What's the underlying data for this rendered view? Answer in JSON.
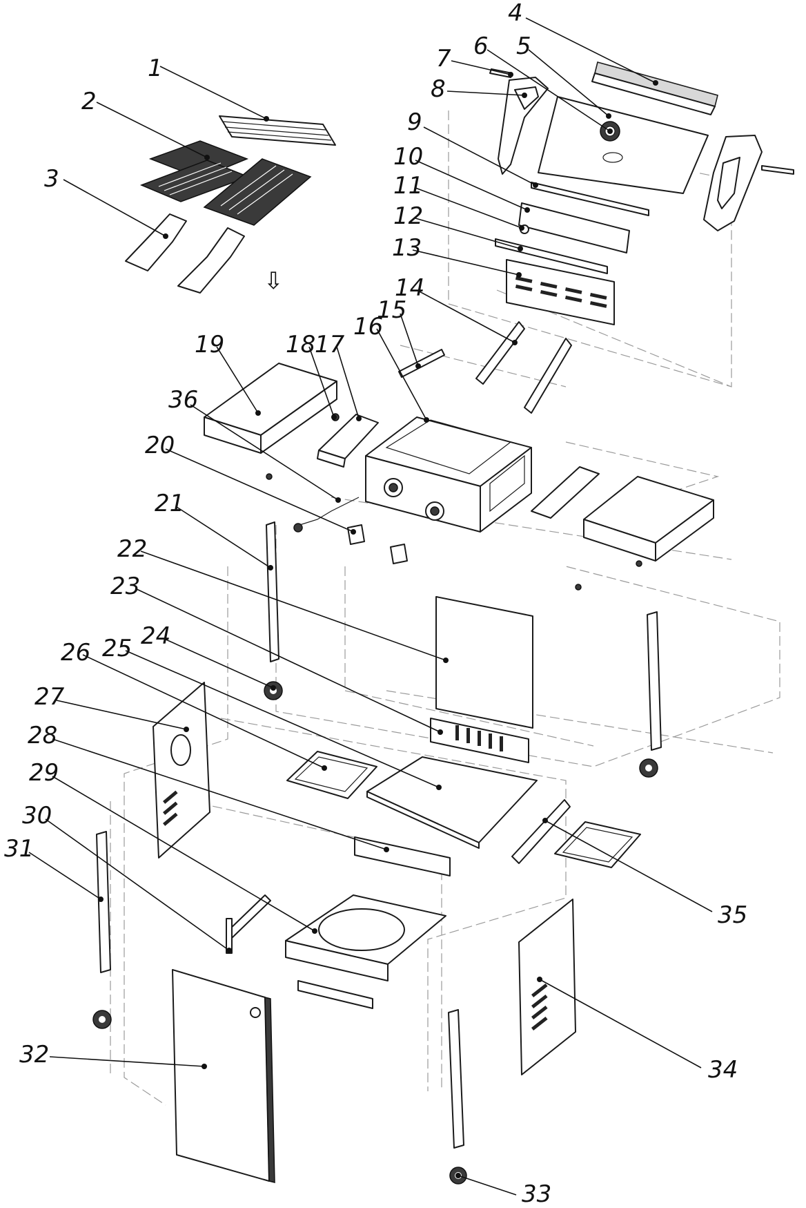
{
  "callouts": [
    {
      "n": "1"
    },
    {
      "n": "2"
    },
    {
      "n": "3"
    },
    {
      "n": "4"
    },
    {
      "n": "5"
    },
    {
      "n": "6"
    },
    {
      "n": "7"
    },
    {
      "n": "8"
    },
    {
      "n": "9"
    },
    {
      "n": "10"
    },
    {
      "n": "11"
    },
    {
      "n": "12"
    },
    {
      "n": "13"
    },
    {
      "n": "14"
    },
    {
      "n": "15"
    },
    {
      "n": "16"
    },
    {
      "n": "17"
    },
    {
      "n": "18"
    },
    {
      "n": "19"
    },
    {
      "n": "20"
    },
    {
      "n": "21"
    },
    {
      "n": "22"
    },
    {
      "n": "23"
    },
    {
      "n": "24"
    },
    {
      "n": "25"
    },
    {
      "n": "26"
    },
    {
      "n": "27"
    },
    {
      "n": "28"
    },
    {
      "n": "29"
    },
    {
      "n": "30"
    },
    {
      "n": "31"
    },
    {
      "n": "32"
    },
    {
      "n": "33"
    },
    {
      "n": "34"
    },
    {
      "n": "35"
    },
    {
      "n": "36"
    }
  ],
  "arrow_symbol": "⇩"
}
